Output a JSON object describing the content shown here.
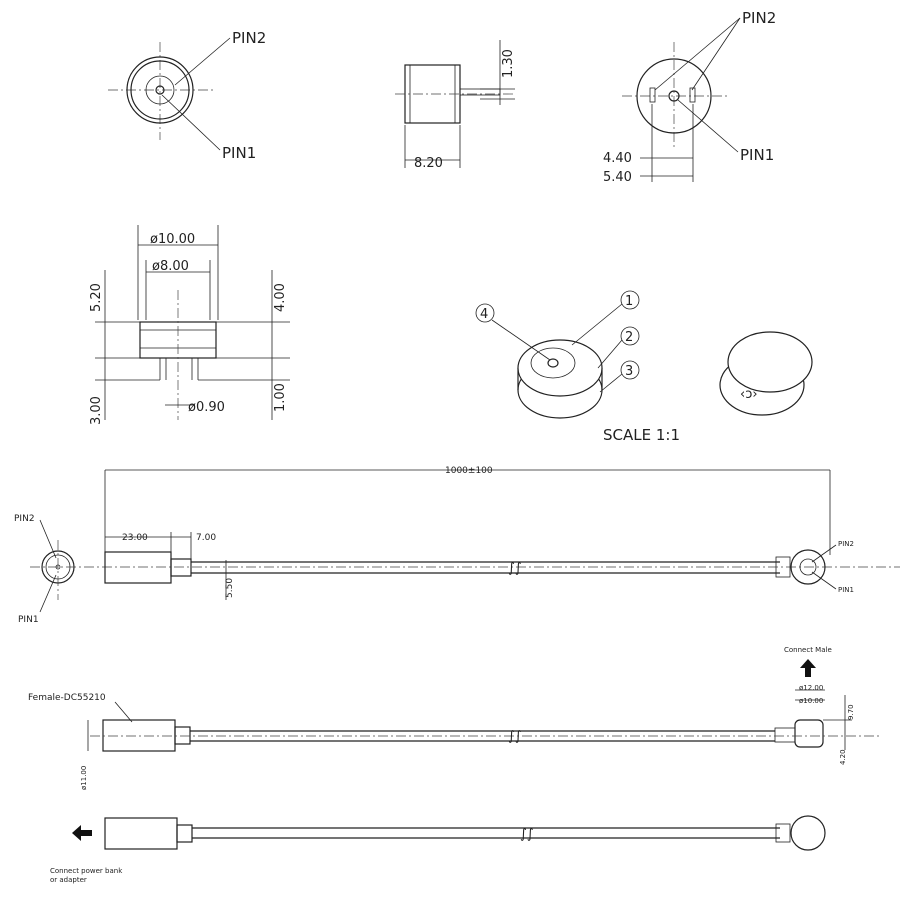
{
  "views": {
    "front": {
      "pin2": "PIN2",
      "pin1": "PIN1"
    },
    "side": {
      "pin_length": "1.30",
      "body_length": "8.20"
    },
    "rear": {
      "pin2": "PIN2",
      "pin1": "PIN1",
      "inner_spacing": "4.40",
      "outer_spacing": "5.40"
    },
    "section": {
      "outer_dia": "ø10.00",
      "inner_dia": "ø8.00",
      "height_total": "5.20",
      "height_body": "4.00",
      "pin_length": "3.00",
      "base": "1.00",
      "pin_dia": "ø0.90"
    },
    "iso": {
      "callouts": [
        "1",
        "2",
        "3",
        "4"
      ],
      "scale": "SCALE 1:1"
    }
  },
  "cable_top": {
    "length": "1000±100",
    "pin2_left": "PIN2",
    "pin1_left": "PIN1",
    "plug_length": "23.00",
    "neck_length": "7.00",
    "cable_dia": "5.50",
    "pin2_right": "PIN2",
    "pin1_right": "PIN1"
  },
  "cable_mid": {
    "connect_male": "Connect Male",
    "outer_dia": "ø12.00",
    "inner_dia": "ø10.00",
    "height": "9.70",
    "offset": "4.20",
    "female_label": "Female-DC55210",
    "plug_dia": "ø11.00"
  },
  "cable_bottom": {
    "note_line1": "Connect power bank",
    "note_line2": "or adapter"
  }
}
